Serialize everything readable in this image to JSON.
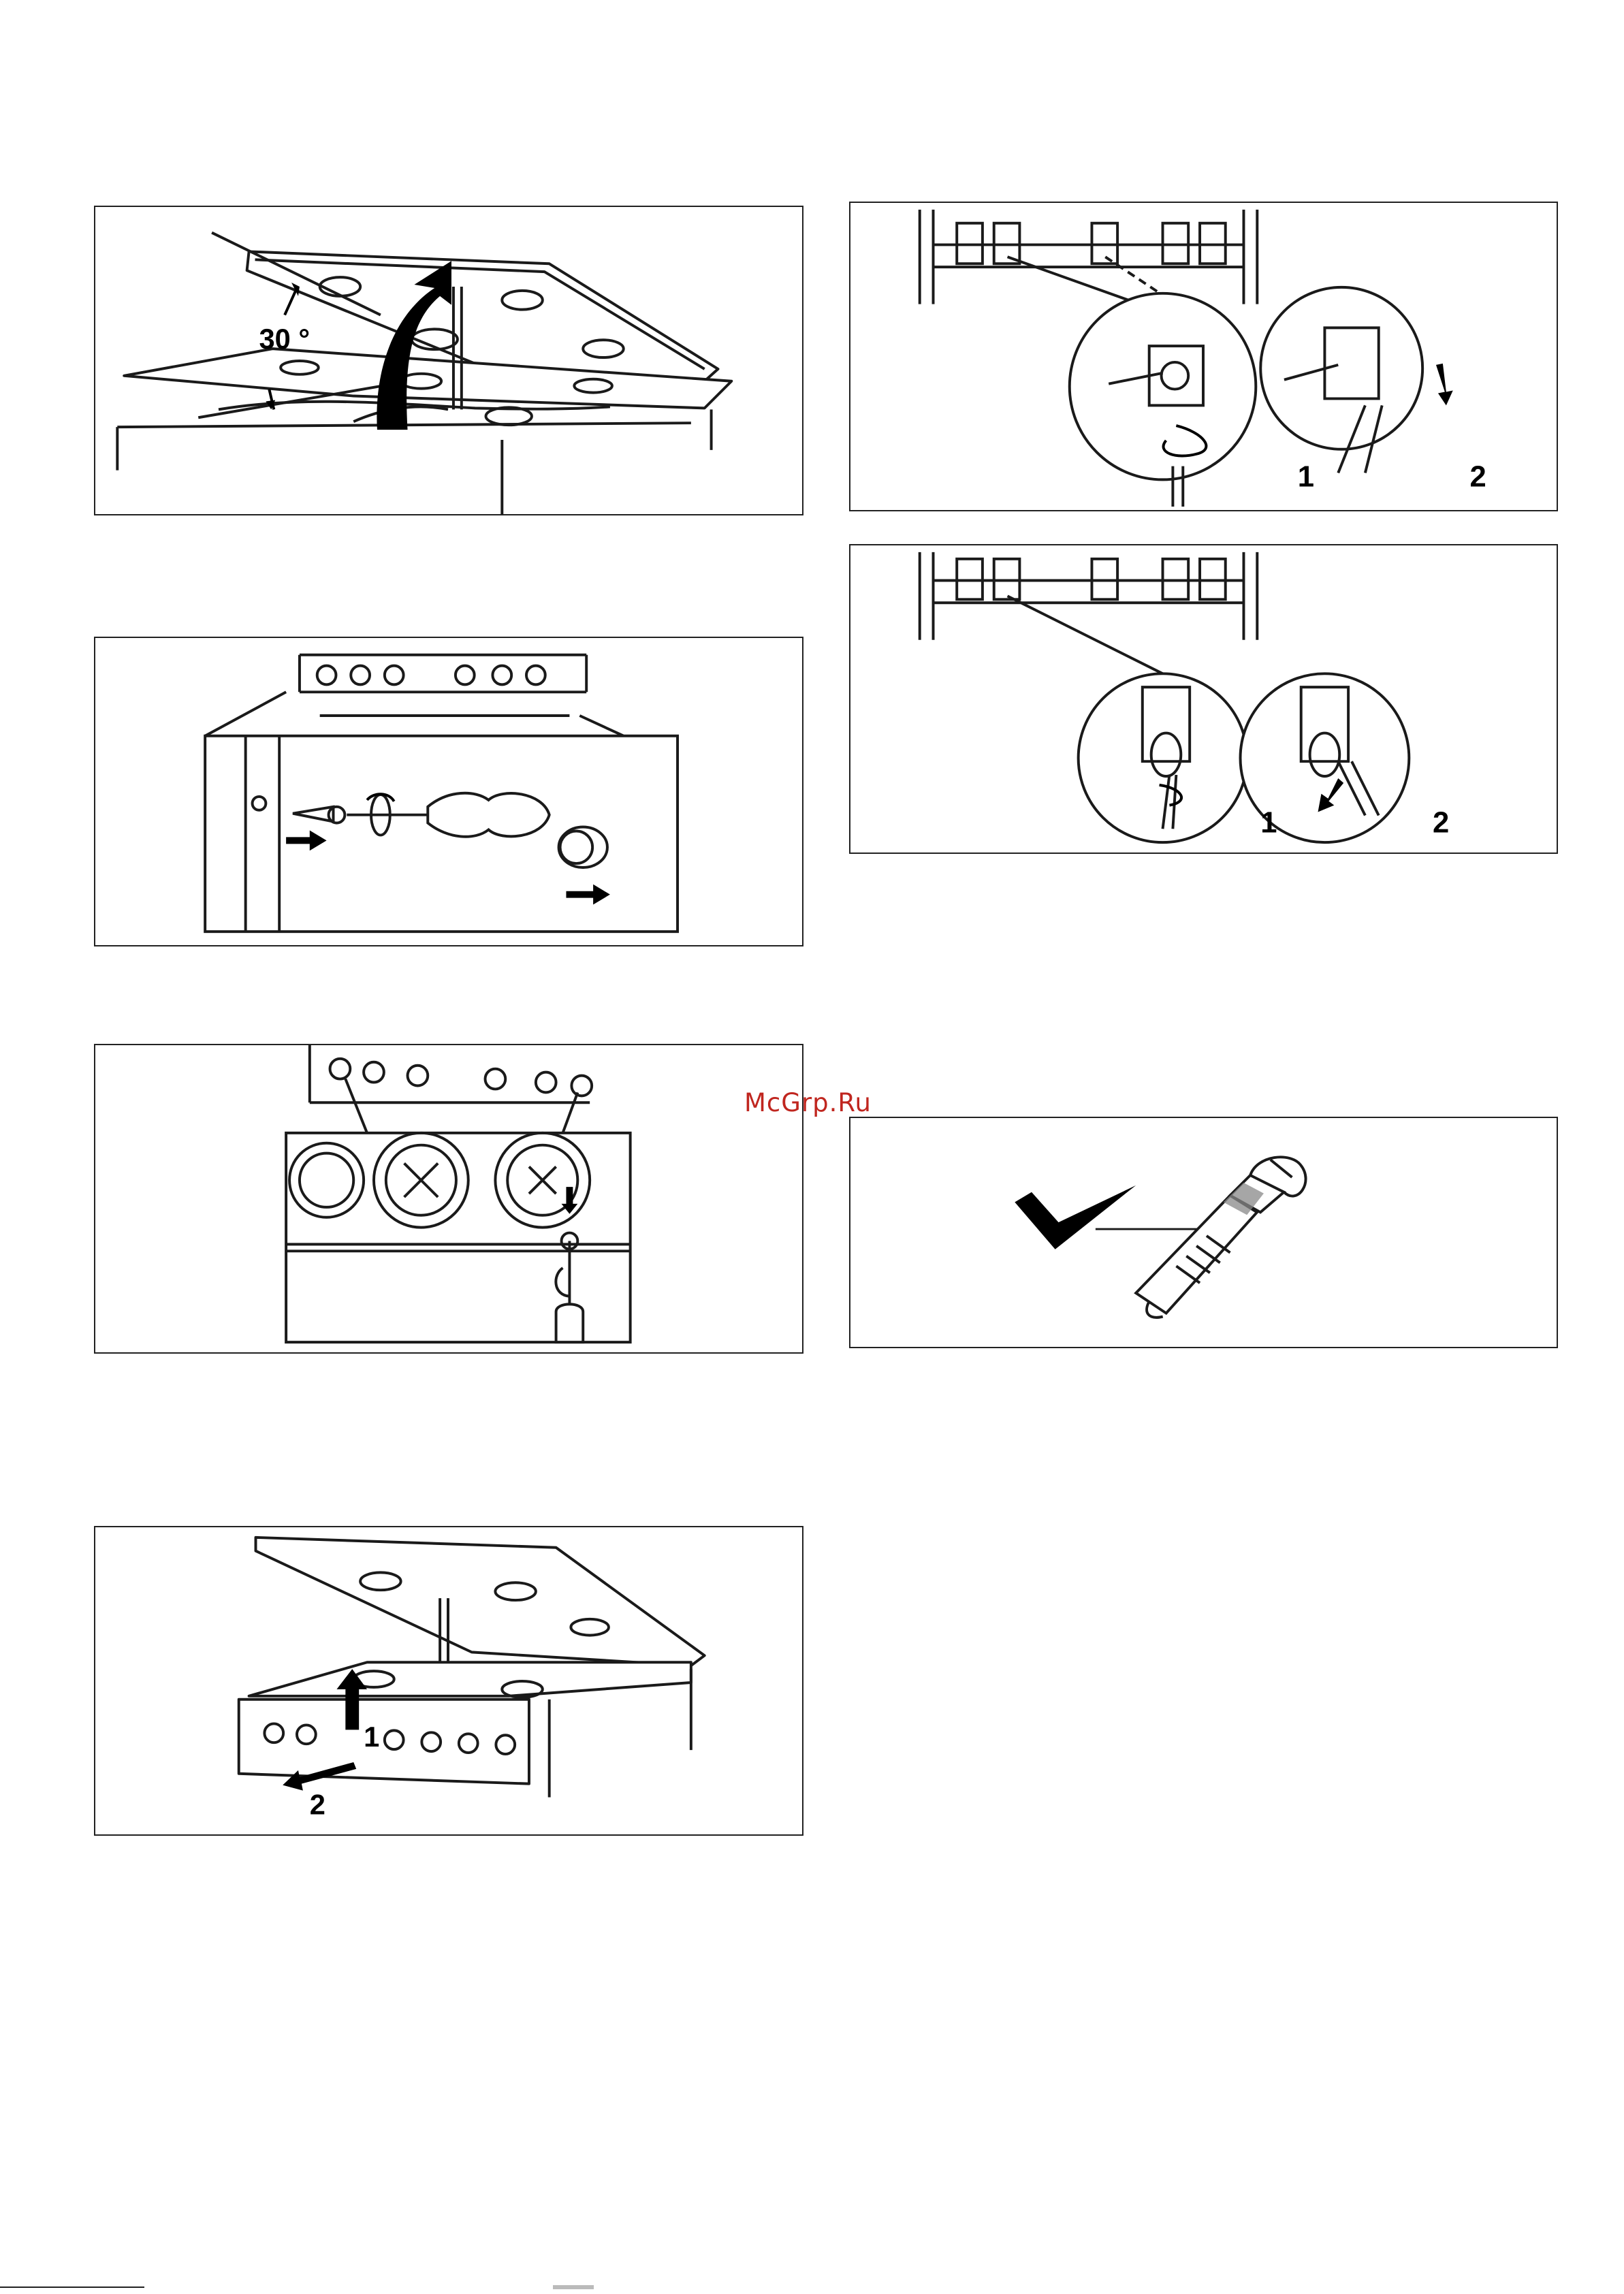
{
  "watermark": "McGrp.Ru",
  "figures": {
    "fig1": {
      "angle_label": "30 °"
    },
    "fig4": {
      "step1": "1",
      "step2": "2"
    },
    "fig5": {
      "step1": "1",
      "step2": "2"
    },
    "fig6": {
      "step1": "1",
      "step2": "2"
    }
  },
  "colors": {
    "line": "#1a1a1a",
    "watermark": "#c0261f",
    "gasket": "#888888"
  },
  "icons": [
    "rotate-arrow-icon",
    "move-arrow-icon",
    "checkmark-icon",
    "screwdriver-icon"
  ]
}
